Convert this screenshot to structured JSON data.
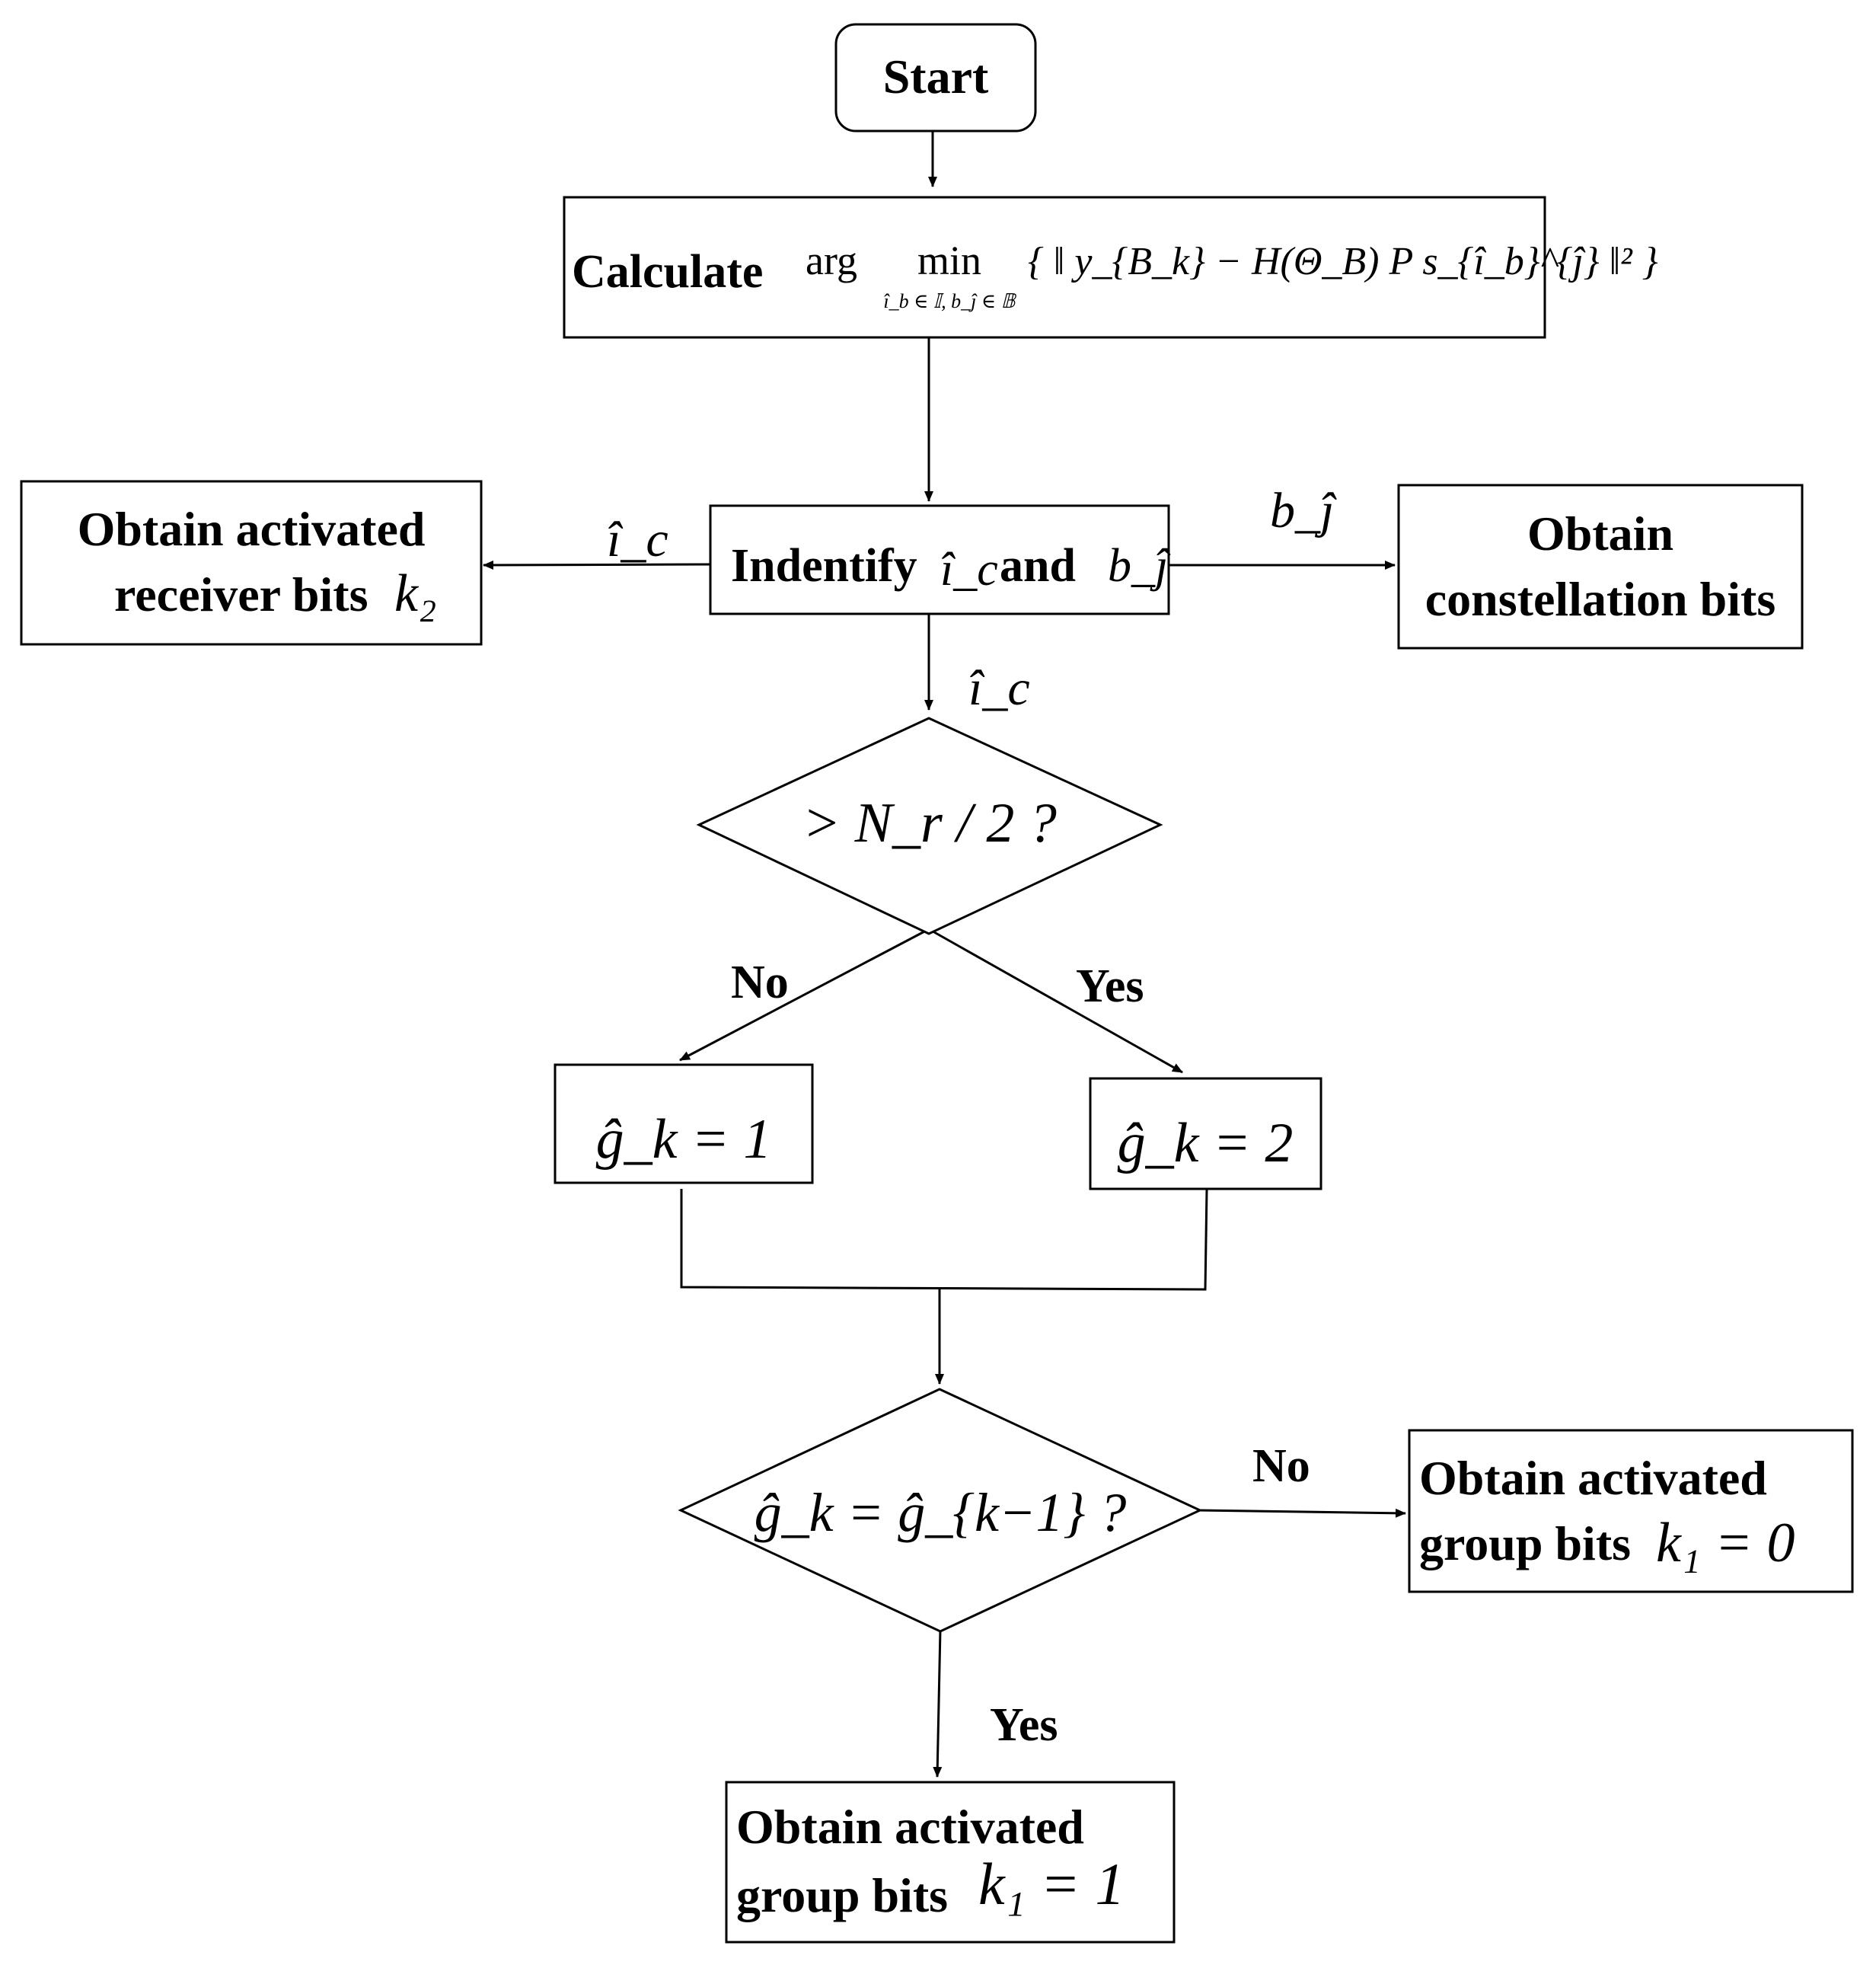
{
  "nodes": {
    "start": {
      "label": "Start"
    },
    "calculate": {
      "label": "Calculate",
      "argmin_prefix": "arg",
      "min_word": "min",
      "min_subscript": "î_b ∈ 𝕀, b_ĵ ∈ 𝔹",
      "objective": "{ ‖ y_{B_k} − H(Θ_B) P s_{î_b}^{ĵ} ‖² }"
    },
    "identify": {
      "label_word": "Indentify",
      "and_word": "and",
      "i_hat": "î_c",
      "b_hat": "b_ĵ"
    },
    "receiver_bits": {
      "line1": "Obtain activated",
      "line2": "receiver bits",
      "var": "k₂"
    },
    "constellation_bits": {
      "line1": "Obtain",
      "line2": "constellation bits"
    },
    "decision_nr": {
      "text": "> N_r / 2 ?"
    },
    "g_one": {
      "text": "ĝ_k = 1"
    },
    "g_two": {
      "text": "ĝ_k = 2"
    },
    "decision_g": {
      "text": "ĝ_k = ĝ_{k−1} ?"
    },
    "group_bits_zero": {
      "line1": "Obtain activated",
      "line2": "group bits",
      "var": "k₁ = 0"
    },
    "group_bits_one": {
      "line1": "Obtain activated",
      "line2": "group bits",
      "var": "k₁ = 1"
    }
  },
  "edge_labels": {
    "to_receiver": "î_c",
    "to_constellation": "b_ĵ",
    "to_decision": "î_c",
    "no_left": "No",
    "yes_right": "Yes",
    "no_group": "No",
    "yes_group": "Yes"
  }
}
